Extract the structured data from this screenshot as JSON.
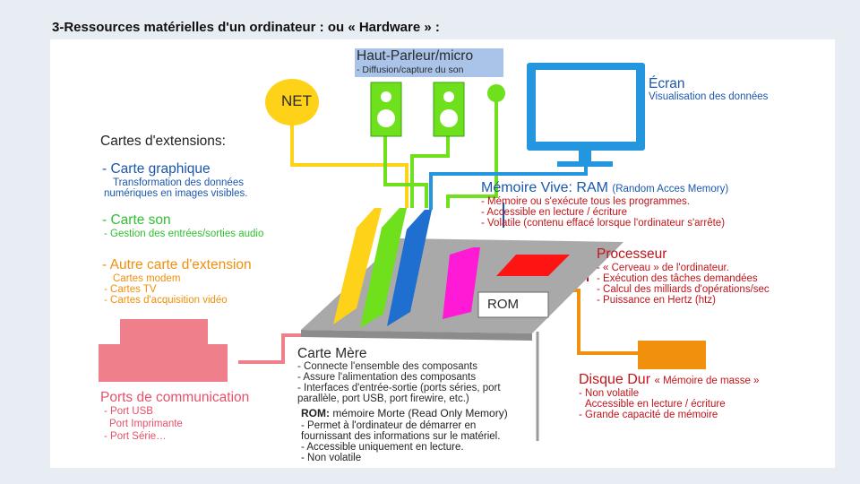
{
  "title": "3-Ressources matérielles d'un ordinateur : ou « Hardware » :",
  "colors": {
    "blue": "#1a56b0",
    "red": "#c0141a",
    "green": "#30c030",
    "orange": "#f0900c",
    "pink": "#f07f8c",
    "yellow": "#ffd21a",
    "lime": "#6fe01c",
    "magenta": "#ff1ad6",
    "screen": "#2496e0",
    "board": "#a9a9a9"
  },
  "labels": {
    "net": "NET",
    "rom_chip": "ROM",
    "haut_parleur": {
      "title": "Haut-Parleur/micro",
      "lines": [
        "- Diffusion/capture du son"
      ]
    },
    "ecran": {
      "title": "Écran",
      "lines": [
        "Visualisation des données"
      ]
    },
    "cartes_ext": {
      "title": "Cartes d'extensions:"
    },
    "carte_graphique": {
      "title": "- Carte graphique",
      "lines": [
        "Transformation des données",
        "numériques en images visibles."
      ]
    },
    "carte_son": {
      "title": "- Carte son",
      "lines": [
        "- Gestion des entrées/sorties audio"
      ]
    },
    "autre_carte": {
      "title": "- Autre carte d'extension",
      "lines": [
        "Cartes modem",
        "- Cartes TV",
        "- Cartes d'acquisition vidéo"
      ]
    },
    "memoire_vive": {
      "title": "Mémoire Vive: RAM",
      "subtitle": "(Random Acces Memory)",
      "lines": [
        "- Mémoire ou s'exécute tous les programmes.",
        "- Accessible en lecture / écriture",
        "- Volatile (contenu effacé lorsque l'ordinateur s'arrête)"
      ]
    },
    "processeur": {
      "title": "Processeur",
      "lines": [
        "- « Cerveau » de l'ordinateur.",
        "- Exécution des tâches demandées",
        "- Calcul  des milliards d'opérations/sec",
        "- Puissance en Hertz (htz)"
      ]
    },
    "carte_mere": {
      "title": "Carte Mère",
      "lines": [
        "- Connecte l'ensemble des composants",
        "- Assure l'alimentation des composants",
        "- Interfaces d'entrée-sortie (ports séries, port",
        "parallèle, port USB, port firewire, etc.)"
      ]
    },
    "rom": {
      "title": "ROM:",
      "subtitle": "mémoire Morte (Read Only Memory)",
      "lines": [
        "- Permet à l'ordinateur de démarrer en",
        "fournissant des informations sur le matériel.",
        "- Accessible uniquement en lecture.",
        "- Non volatile"
      ]
    },
    "disque_dur": {
      "title": "Disque Dur",
      "subtitle": "« Mémoire de masse »",
      "lines": [
        "- Non volatile",
        "Accessible en lecture / écriture",
        "- Grande capacité de mémoire"
      ]
    },
    "ports": {
      "title": "Ports de communication",
      "lines": [
        "- Port USB",
        "Port Imprimante",
        "- Port Série…"
      ]
    }
  }
}
